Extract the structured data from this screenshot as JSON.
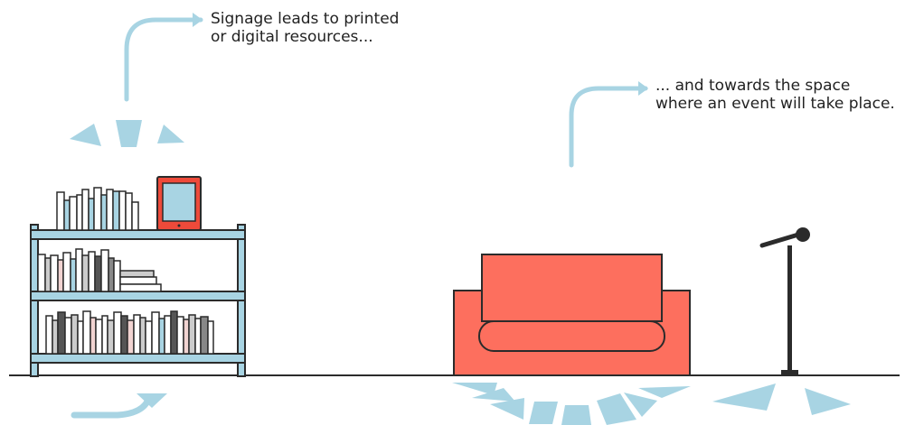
{
  "captions": {
    "resources": {
      "line1": "Signage leads to printed",
      "line2": "or digital resources..."
    },
    "event": {
      "line1": "... and towards the space",
      "line2": "where an event will take place."
    }
  },
  "colors": {
    "signage_blue": "#a8d4e3",
    "arrow_blue": "#a8d4e3",
    "shelf_blue": "#a8d4e3",
    "outline": "#2b2b2b",
    "sofa_red": "#fd6f5e",
    "tablet_red": "#ee4a3a",
    "tablet_screen": "#a8d4e3",
    "microphone": "#2b2b2b"
  },
  "icons": [
    "arrow-up-right-icon",
    "signage-marker-icon",
    "bookshelf-icon",
    "tablet-icon",
    "sofa-icon",
    "microphone-icon"
  ]
}
